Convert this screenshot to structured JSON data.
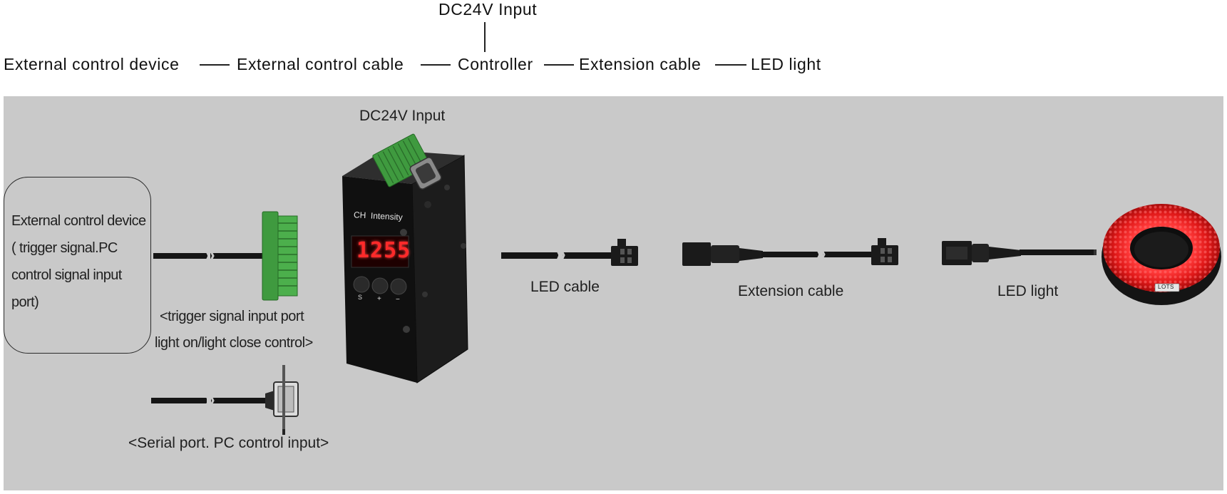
{
  "topology": {
    "power_label": "DC24V Input",
    "chain": [
      "External control device",
      "External control cable",
      "Controller",
      "Extension cable",
      "LED  light"
    ]
  },
  "panel": {
    "device_box_lines": [
      "External control device",
      "( trigger signal.PC",
      " control signal input",
      " port)"
    ],
    "dc_input_label": "DC24V Input",
    "trigger_lines": [
      "<trigger signal input port",
      "light on/light close control>"
    ],
    "serial_label": "<Serial port. PC control input>",
    "controller": {
      "face_label": "CH  Intensity",
      "display_value": "1255",
      "button_labels": [
        "S",
        "+",
        "−"
      ]
    },
    "led_cable_label": "LED cable",
    "extension_cable_label": "Extension cable",
    "led_light_label": "LED light",
    "ring_badge": "LOTS"
  },
  "colors": {
    "panel_bg": "#c9c9c9",
    "terminal_green": "#3f9a3f",
    "display_red": "#ff2a2a",
    "ring_red": "#e01818"
  }
}
